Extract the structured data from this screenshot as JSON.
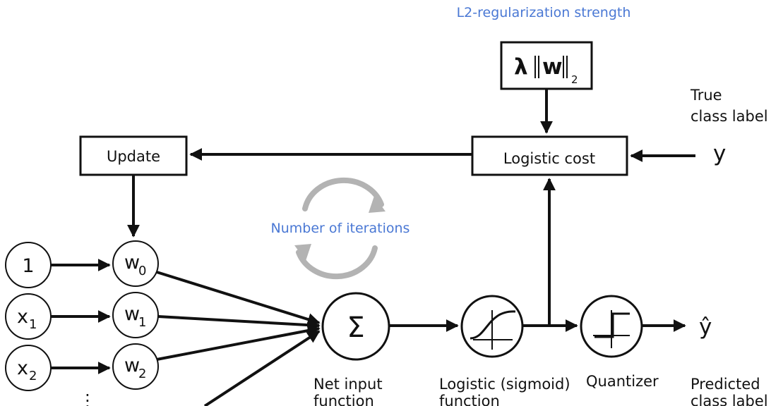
{
  "labels": {
    "l2_regularization": "L2-regularization strength",
    "true_label_line1": "True",
    "true_label_line2": "class label",
    "y": "y",
    "y_hat": "ŷ",
    "update": "Update",
    "logistic_cost": "Logistic cost",
    "number_of_iterations": "Number of iterations",
    "net_input_line1": "Net input",
    "net_input_line2": "function",
    "logistic_sigmoid_line1": "Logistic (sigmoid)",
    "logistic_sigmoid_line2": "function",
    "quantizer": "Quantizer",
    "predicted_line1": "Predicted",
    "predicted_line2": "class label",
    "sum_symbol": "Σ",
    "dots": "⋮"
  },
  "formula": {
    "lambda": "λ",
    "w": "w",
    "norm_sub": "2"
  },
  "inputs": [
    {
      "base": "1",
      "sub": ""
    },
    {
      "base": "x",
      "sub": "1"
    },
    {
      "base": "x",
      "sub": "2"
    }
  ],
  "weights": [
    {
      "base": "w",
      "sub": "0"
    },
    {
      "base": "w",
      "sub": "1"
    },
    {
      "base": "w",
      "sub": "2"
    }
  ],
  "colors": {
    "accent": "#4a78d4",
    "stroke": "#111111",
    "loop": "#b3b3b3"
  }
}
